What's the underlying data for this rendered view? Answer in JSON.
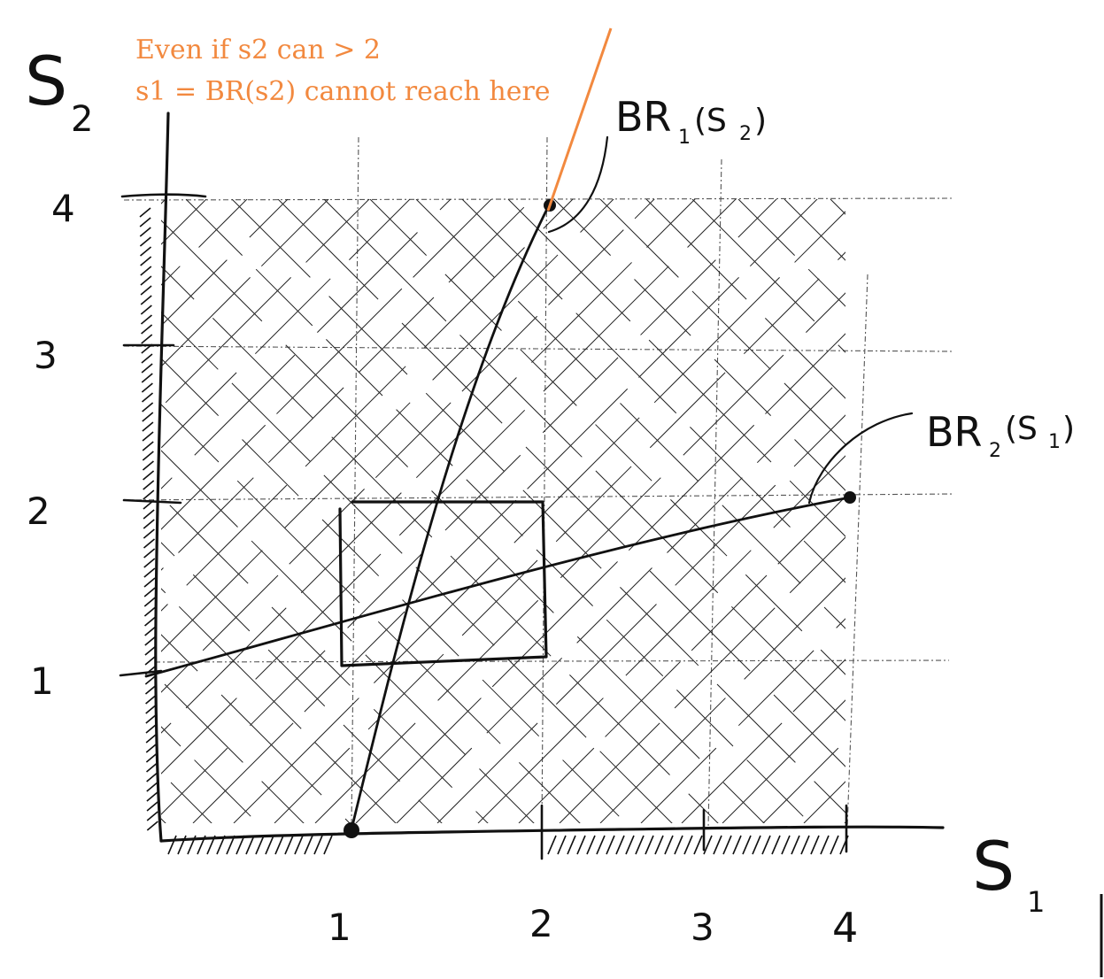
{
  "axes": {
    "x_label": "S",
    "x_subscript": "1",
    "y_label": "S",
    "y_subscript": "2",
    "x_ticks": [
      "1",
      "2",
      "3",
      "4"
    ],
    "y_ticks": [
      "1",
      "2",
      "3",
      "4"
    ]
  },
  "curves": {
    "br1_label": "BR",
    "br1_sub": "1",
    "br1_arg": "(S",
    "br1_arg_sub": "2",
    "br1_close": ")",
    "br2_label": "BR",
    "br2_sub": "2",
    "br2_arg": "(S",
    "br2_arg_sub": "1",
    "br2_close": ")"
  },
  "annotation": {
    "line1": "Even if s2 can > 2",
    "line2": "s1 = BR(s2) cannot reach here",
    "color": "#f2893f"
  },
  "colors": {
    "ink": "#111111",
    "annotation": "#f2893f"
  }
}
